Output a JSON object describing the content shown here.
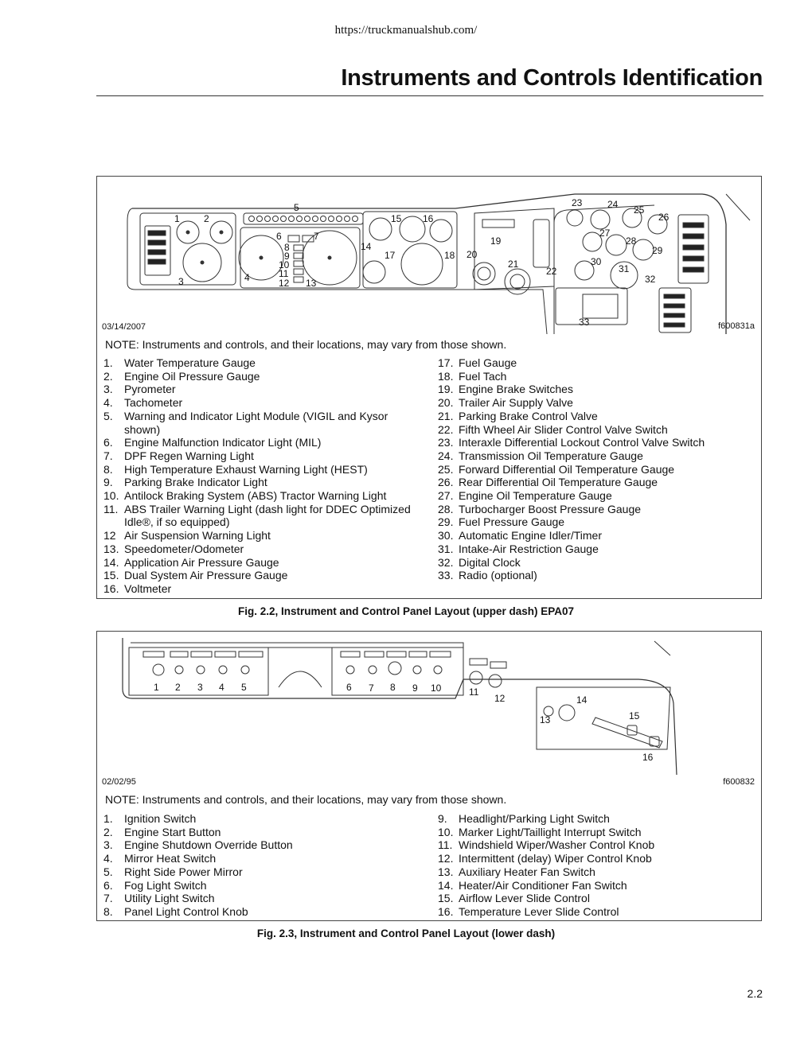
{
  "header": {
    "url": "https://truckmanualshub.com/",
    "title": "Instruments and Controls Identification"
  },
  "fig1": {
    "date": "03/14/2007",
    "figure_id": "f600831a",
    "note": "NOTE: Instruments and controls, and their locations, may vary from those shown.",
    "callouts": [
      "1",
      "2",
      "3",
      "4",
      "5",
      "6",
      "7",
      "8",
      "9",
      "10",
      "11",
      "12",
      "13",
      "14",
      "15",
      "16",
      "17",
      "18",
      "19",
      "20",
      "21",
      "22",
      "23",
      "24",
      "25",
      "26",
      "27",
      "28",
      "29",
      "30",
      "31",
      "32",
      "33"
    ],
    "left_items": [
      {
        "n": "1.",
        "t": "Water Temperature Gauge"
      },
      {
        "n": "2.",
        "t": "Engine Oil Pressure Gauge"
      },
      {
        "n": "3.",
        "t": "Pyrometer"
      },
      {
        "n": "4.",
        "t": "Tachometer"
      },
      {
        "n": "5.",
        "t": "Warning and Indicator Light Module (VIGIL and Kysor shown)"
      },
      {
        "n": "6.",
        "t": "Engine Malfunction Indicator Light (MIL)"
      },
      {
        "n": "7.",
        "t": "DPF Regen Warning Light"
      },
      {
        "n": "8.",
        "t": "High Temperature Exhaust Warning Light (HEST)"
      },
      {
        "n": "9.",
        "t": "Parking Brake Indicator Light"
      },
      {
        "n": "10.",
        "t": "Antilock Braking System (ABS) Tractor Warning Light"
      },
      {
        "n": "11.",
        "t": "ABS Trailer Warning Light (dash light for DDEC Optimized Idle®, if so equipped)"
      },
      {
        "n": "12",
        "t": "Air Suspension Warning Light"
      },
      {
        "n": "13.",
        "t": "Speedometer/Odometer"
      },
      {
        "n": "14.",
        "t": "Application Air Pressure Gauge"
      },
      {
        "n": "15.",
        "t": "Dual System Air Pressure Gauge"
      },
      {
        "n": "16.",
        "t": "Voltmeter"
      }
    ],
    "right_items": [
      {
        "n": "17.",
        "t": "Fuel Gauge"
      },
      {
        "n": "18.",
        "t": "Fuel Tach"
      },
      {
        "n": "19.",
        "t": "Engine Brake Switches"
      },
      {
        "n": "20.",
        "t": "Trailer Air Supply Valve"
      },
      {
        "n": "21.",
        "t": "Parking Brake Control Valve"
      },
      {
        "n": "22.",
        "t": "Fifth Wheel Air Slider Control Valve Switch"
      },
      {
        "n": "23.",
        "t": "Interaxle Differential Lockout Control Valve Switch"
      },
      {
        "n": "24.",
        "t": "Transmission Oil Temperature Gauge"
      },
      {
        "n": "25.",
        "t": "Forward Differential Oil Temperature Gauge"
      },
      {
        "n": "26.",
        "t": "Rear Differential Oil Temperature Gauge"
      },
      {
        "n": "27.",
        "t": "Engine Oil Temperature Gauge"
      },
      {
        "n": "28.",
        "t": "Turbocharger Boost Pressure Gauge"
      },
      {
        "n": "29.",
        "t": "Fuel Pressure Gauge"
      },
      {
        "n": "30.",
        "t": "Automatic Engine Idler/Timer"
      },
      {
        "n": "31.",
        "t": "Intake-Air Restriction Gauge"
      },
      {
        "n": "32.",
        "t": "Digital Clock"
      },
      {
        "n": "33.",
        "t": "Radio (optional)"
      }
    ],
    "caption": "Fig. 2.2, Instrument and Control Panel Layout (upper dash) EPA07"
  },
  "fig2": {
    "date": "02/02/95",
    "figure_id": "f600832",
    "note": "NOTE: Instruments and controls, and their locations, may vary from those shown.",
    "callouts": [
      "1",
      "2",
      "3",
      "4",
      "5",
      "6",
      "7",
      "8",
      "9",
      "10",
      "11",
      "12",
      "13",
      "14",
      "15",
      "16"
    ],
    "left_items": [
      {
        "n": "1.",
        "t": "Ignition Switch"
      },
      {
        "n": "2.",
        "t": "Engine Start Button"
      },
      {
        "n": "3.",
        "t": "Engine Shutdown Override Button"
      },
      {
        "n": "4.",
        "t": "Mirror Heat Switch"
      },
      {
        "n": "5.",
        "t": "Right Side Power Mirror"
      },
      {
        "n": "6.",
        "t": "Fog Light Switch"
      },
      {
        "n": "7.",
        "t": "Utility Light Switch"
      },
      {
        "n": "8.",
        "t": "Panel Light Control Knob"
      }
    ],
    "right_items": [
      {
        "n": "9.",
        "t": "Headlight/Parking Light Switch"
      },
      {
        "n": "10.",
        "t": "Marker Light/Taillight Interrupt Switch"
      },
      {
        "n": "11.",
        "t": "Windshield Wiper/Washer Control Knob"
      },
      {
        "n": "12.",
        "t": "Intermittent (delay) Wiper Control Knob"
      },
      {
        "n": "13.",
        "t": "Auxiliary Heater Fan Switch"
      },
      {
        "n": "14.",
        "t": "Heater/Air Conditioner Fan Switch"
      },
      {
        "n": "15.",
        "t": "Airflow Lever Slide Control"
      },
      {
        "n": "16.",
        "t": "Temperature Lever Slide Control"
      }
    ],
    "caption": "Fig. 2.3, Instrument and Control Panel Layout (lower dash)"
  },
  "footer": {
    "page": "2.2"
  }
}
